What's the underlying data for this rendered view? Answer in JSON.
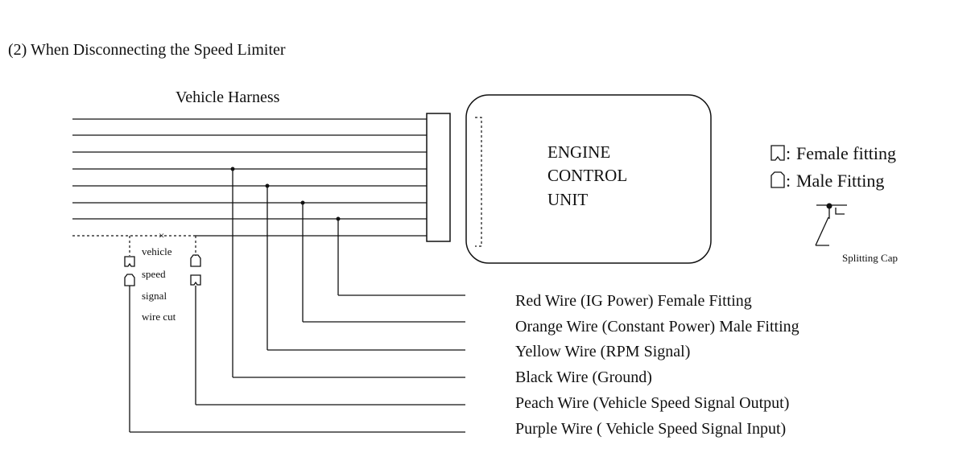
{
  "title": "(2) When Disconnecting the Speed Limiter",
  "harness_label": "Vehicle Harness",
  "ecu": {
    "lines": [
      "ENGINE",
      "CONTROL",
      "UNIT"
    ]
  },
  "legend": {
    "female": "Female fitting",
    "male": "Male Fitting",
    "separator": ":",
    "splitting_cap": "Splitting Cap"
  },
  "cut_label": [
    "vehicle",
    "speed",
    "signal",
    "wire cut"
  ],
  "cut_mark": "×",
  "wires": [
    {
      "label": "Red Wire (IG Power) Female Fitting"
    },
    {
      "label": "Orange Wire (Constant Power) Male Fitting"
    },
    {
      "label": "Yellow Wire (RPM Signal)"
    },
    {
      "label": "Black Wire (Ground)"
    },
    {
      "label": "Peach Wire (Vehicle Speed Signal Output)"
    },
    {
      "label": "Purple Wire ( Vehicle Speed Signal Input)"
    }
  ]
}
